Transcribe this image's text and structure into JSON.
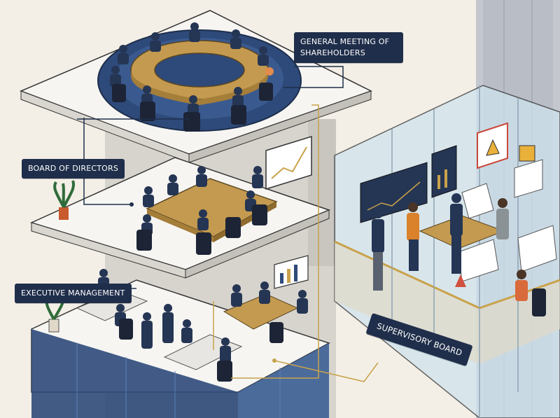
{
  "labels": {
    "general_meeting": "GENERAL MEETING OF SHAREHOLDERS",
    "board_of_directors": "BOARD OF DIRECTORS",
    "executive_management": "EXECUTIVE MANAGEMENT",
    "supervisory_board": "SUPERVISORY BOARD"
  },
  "colors": {
    "background": "#f3efe6",
    "label_bg": "#1f2e4a",
    "connector": "#c9a24a",
    "navy_floor": "#2e4a7a",
    "table_wood": "#c39a4f",
    "glass": "#cfe3ee"
  }
}
